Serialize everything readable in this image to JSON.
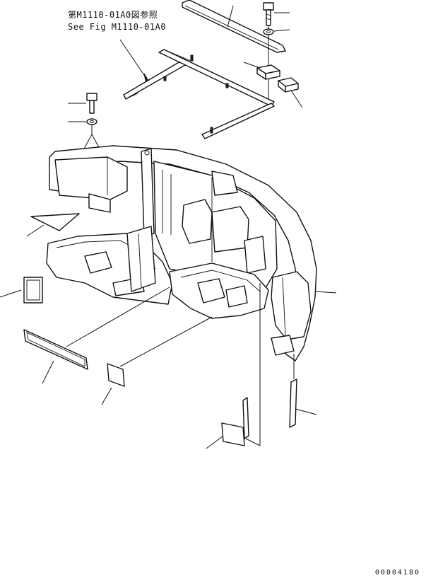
{
  "reference_note": {
    "japanese": "第M1110-01A0図参照",
    "english": "See Fig M1110-01A0"
  },
  "drawing_number": "00004180",
  "colors": {
    "line": "#111111",
    "background": "#ffffff"
  },
  "parts": [
    {
      "name": "cover-plate",
      "kind": "long-plate"
    },
    {
      "name": "bolt-top",
      "kind": "bolt"
    },
    {
      "name": "washer-top",
      "kind": "washer"
    },
    {
      "name": "block-1",
      "kind": "block"
    },
    {
      "name": "block-2",
      "kind": "block"
    },
    {
      "name": "frame-bracket",
      "kind": "frame"
    },
    {
      "name": "bolt-left",
      "kind": "bolt"
    },
    {
      "name": "washer-left",
      "kind": "washer"
    },
    {
      "name": "seal-triangle",
      "kind": "seal"
    },
    {
      "name": "counterweight-cover",
      "kind": "main-assembly"
    },
    {
      "name": "pad-left",
      "kind": "pad"
    },
    {
      "name": "strip-long",
      "kind": "strip"
    },
    {
      "name": "pad-small",
      "kind": "pad"
    },
    {
      "name": "pad-bottom",
      "kind": "pad"
    },
    {
      "name": "strip-right",
      "kind": "strip"
    },
    {
      "name": "cover-body",
      "kind": "label-line"
    }
  ]
}
